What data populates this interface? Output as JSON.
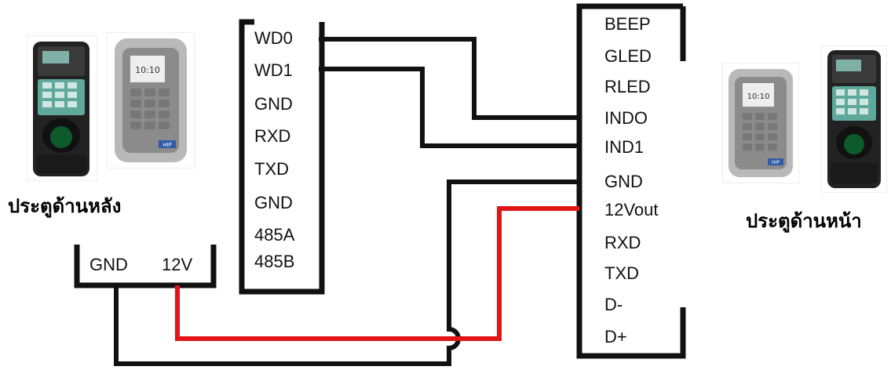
{
  "left_block": {
    "pins": [
      "WD0",
      "WD1",
      "GND",
      "RXD",
      "TXD",
      "GND",
      "485A",
      "485B"
    ]
  },
  "right_block": {
    "pins": [
      "BEEP",
      "GLED",
      "RLED",
      "INDO",
      "IND1",
      "GND",
      "12Vout",
      "RXD",
      "TXD",
      "D-",
      "D+"
    ]
  },
  "power_supply": {
    "gnd_label": "GND",
    "v12_label": "12V"
  },
  "captions": {
    "back_door": "ประตูด้านหลัง",
    "front_door": "ประตูด้านหน้า"
  },
  "devices": {
    "keypad_screen_text": "10:10",
    "badge_text": "HIP"
  },
  "colors": {
    "wire_black": "#111111",
    "wire_red": "#e01515"
  }
}
